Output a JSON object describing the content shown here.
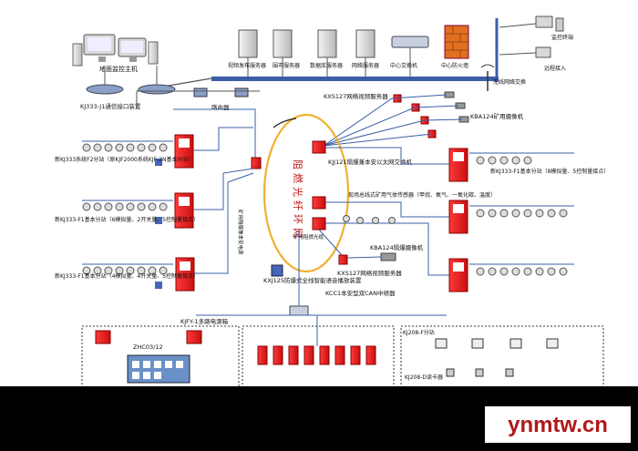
{
  "labels": {
    "monitor_host": "地面监控主机",
    "kj333_comm": "KJ333-J1通信接口装置",
    "router": "路由器",
    "video_server": "视频发布服务器",
    "db_server1": "围市服务器",
    "db_server2": "数据库服务器",
    "web_server": "网络服务器",
    "core_switch": "中心交换机",
    "firewall": "中心防火墙",
    "monitor_terminal": "监控终端",
    "network_access": "远程接入",
    "wireless_ap": "无线网络交换",
    "kxs127_top": "KXS127网络视频服务器",
    "kba124_top": "KBA124矿用摄像机",
    "fiber_ring": "阻燃光纤环网",
    "kjj121": "KJJ121隔爆兼本安以太网交换机",
    "ring_link": "矿用阻燃光缆",
    "sub_left_1": "新KJ333系统F2分站（原KJF2000系统KJF-2N基本分站）",
    "sub_left_2": "新KJ333-F1基本分站（6模拟量、2开关量、5控制量接点）",
    "sub_left_3": "新KJ333-F1基本分站（4模拟量、4开关量、5控制量接点）",
    "sub_right_1": "新KJ333-F1基本分站（8模拟量、5控制量接点）",
    "bus_sensors": "现场总线式矿用气体传感器（甲烷、氧气、一氧化碳、温度）",
    "kba124_mid": "KBA124隔爆摄像机",
    "kxs127_mid": "KXS127网络视频服务器",
    "kxj": "KXJ125防爆式全线智能语音播放装置",
    "kcc": "KCC1本安型双CAN中继器",
    "power_box": "KJFY-1多路电源箱",
    "zhc": "ZHC03/12",
    "kj208_top": "KJ208-F分站",
    "kj208_bot": "KJ208-D读卡器",
    "watermark": "ynmtw.cn",
    "vert_label": "矿用隔爆兼本安电源"
  },
  "colors": {
    "backbone": "#3a5fa8",
    "ring": "#f0b030",
    "device_red": "#e02020",
    "panel_blue": "#6a90c8",
    "footer_bar": "#000000",
    "watermark_text": "#b01818",
    "watermark_bg": "#ffffff"
  }
}
